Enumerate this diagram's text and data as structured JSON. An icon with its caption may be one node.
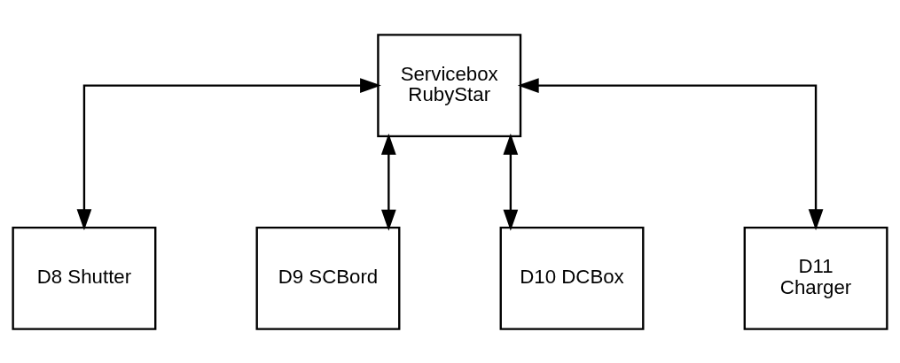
{
  "diagram": {
    "nodes": [
      {
        "text": [
          "Servicebox RubyStar"
        ]
      },
      {
        "text": [
          "D8 Shutter"
        ]
      },
      {
        "text": [
          "D9 SCBord"
        ]
      },
      {
        "text": [
          "D10 DCBox"
        ]
      },
      {
        "text": [
          "D11 Charger"
        ]
      }
    ],
    "edges": [
      {
        "from": 0,
        "to": 1,
        "arrow": "both"
      },
      {
        "from": 0,
        "to": 2,
        "arrow": "both"
      },
      {
        "from": 0,
        "to": 3,
        "arrow": "both"
      },
      {
        "from": 0,
        "to": 4,
        "arrow": "both"
      }
    ]
  }
}
